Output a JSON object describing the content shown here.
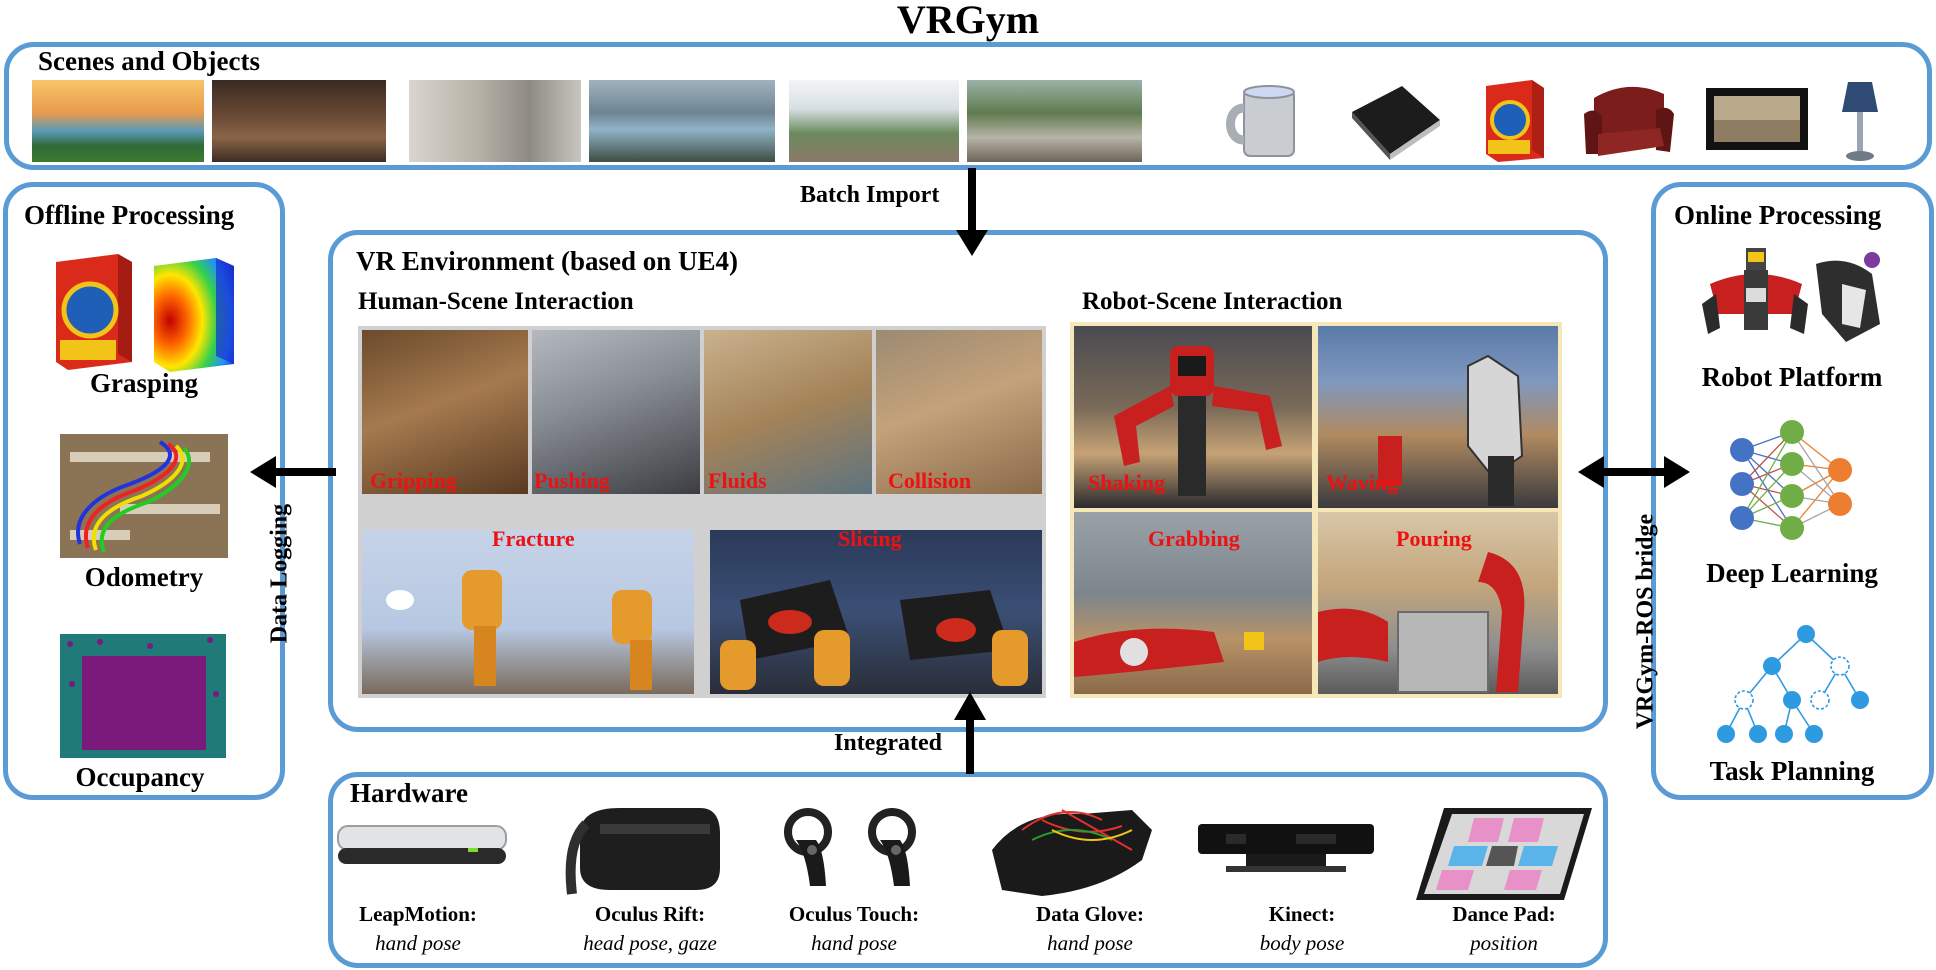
{
  "title": "VRGym",
  "scenes": {
    "title": "Scenes and Objects",
    "objects": [
      "mug-icon",
      "book-icon",
      "cracker-box-icon",
      "armchair-icon",
      "picture-frame-icon",
      "lamp-icon"
    ]
  },
  "offline": {
    "title": "Offline Processing",
    "items": [
      "Grasping",
      "Odometry",
      "Occupancy"
    ]
  },
  "online": {
    "title": "Online Processing",
    "items": [
      "Robot Platform",
      "Deep Learning",
      "Task Planning"
    ]
  },
  "vr": {
    "title": "VR Environment (based on UE4)",
    "human_title": "Human-Scene Interaction",
    "robot_title": "Robot-Scene Interaction",
    "human_top": [
      "Gripping",
      "Pushing",
      "Fluids",
      "Collision"
    ],
    "human_bottom": [
      "Fracture",
      "Slicing"
    ],
    "robot": [
      "Shaking",
      "Waving",
      "Grabbing",
      "Pouring"
    ]
  },
  "arrows": {
    "batch_import": "Batch Import",
    "data_logging": "Data Logging",
    "bridge": "VRGym-ROS bridge",
    "integrated": "Integrated"
  },
  "hardware": {
    "title": "Hardware",
    "devices": [
      {
        "name": "LeapMotion:",
        "use": "hand pose"
      },
      {
        "name": "Oculus Rift:",
        "use": "head pose, gaze"
      },
      {
        "name": "Oculus Touch:",
        "use": "hand pose"
      },
      {
        "name": "Data Glove:",
        "use": "hand pose"
      },
      {
        "name": "Kinect:",
        "use": "body pose"
      },
      {
        "name": "Dance Pad:",
        "use": "position"
      }
    ]
  },
  "colors": {
    "panel_border": "#5b9bd5",
    "label_red": "#ee1111",
    "node_blue": "#4472c4",
    "node_green": "#70ad47",
    "node_orange": "#ed7d31"
  }
}
